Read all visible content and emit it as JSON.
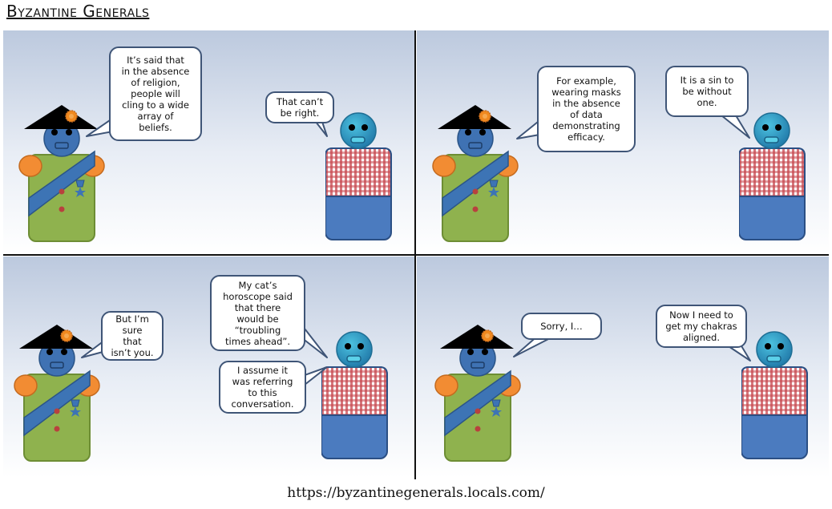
{
  "comic": {
    "title": "Byzantine Generals",
    "url": "https://byzantinegenerals.locals.com/",
    "panels": [
      {
        "speech": [
          "It’s said that\nin the absence\nof religion,\npeople will\ncling to a wide\narray of\nbeliefs.",
          "That can’t\nbe right."
        ]
      },
      {
        "speech": [
          "For example,\nwearing masks\nin the absence\nof data\ndemonstrating\nefficacy.",
          "It is a sin to\nbe without\none."
        ]
      },
      {
        "speech": [
          "But I’m\nsure\nthat\nisn’t you.",
          "My cat’s\nhoroscope said\nthat there\nwould be\n“troubling\ntimes ahead”.",
          "I assume it\nwas referring\nto this\nconversation."
        ]
      },
      {
        "speech": [
          "Sorry, I…",
          "Now I need to\nget my chakras\naligned."
        ]
      }
    ]
  },
  "colors": {
    "general_body": "#8fb24e",
    "sash": "#3d74b5",
    "head": "#3f72b3",
    "shoulder": "#f28c33",
    "hat": "#000000",
    "flower": "#f0891f",
    "citizen_head": "#2d9fc0",
    "citizen_pants": "#4b7bbf",
    "citizen_shirt_check": "#c0404a"
  },
  "icons": [
    "general-figure",
    "citizen-figure",
    "medal-icon",
    "star-icon",
    "flower-icon"
  ]
}
